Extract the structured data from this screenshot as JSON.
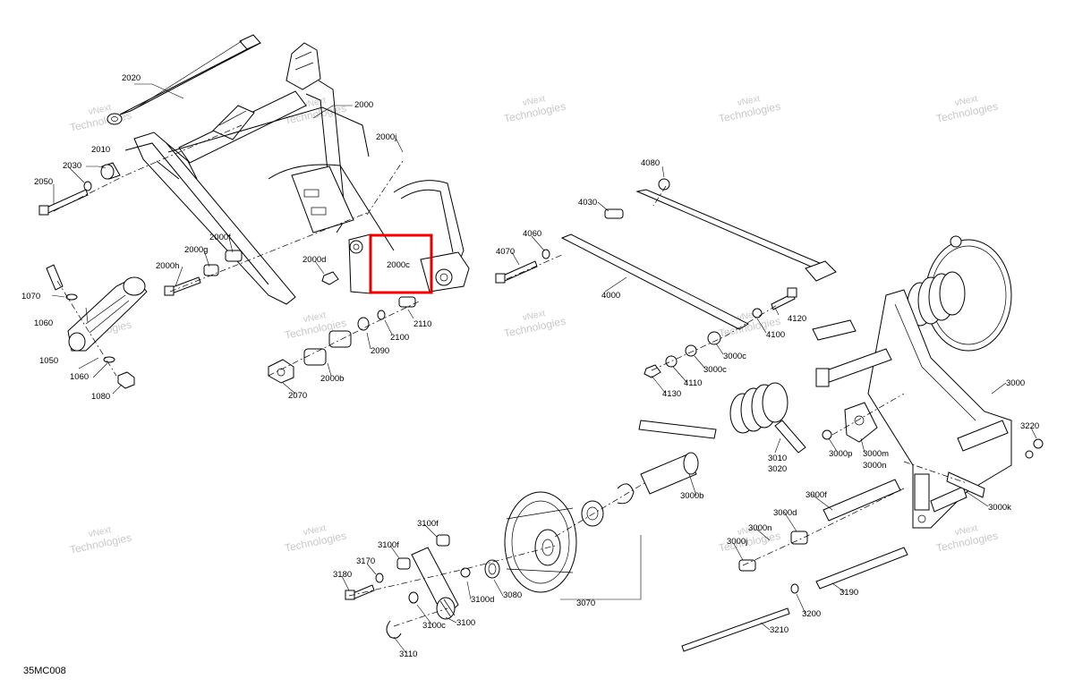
{
  "drawing": {
    "code": "35MC008",
    "highlighted_part": "2000c",
    "watermark_line1": "vNext",
    "watermark_line2": "Technologies",
    "colors": {
      "line": "#000000",
      "highlight": "#e00000",
      "watermark": "#c9c9c9"
    }
  },
  "callouts": [
    "2020",
    "2000",
    "2010",
    "2030",
    "2050",
    "2000j",
    "1070",
    "1060",
    "1050",
    "1060",
    "1080",
    "2000h",
    "2000g",
    "2000f",
    "2000d",
    "2000c",
    "2110",
    "2100",
    "2090",
    "2000b",
    "2070",
    "4080",
    "4030",
    "4060",
    "4070",
    "4000",
    "4120",
    "4100",
    "3000c",
    "3000c",
    "4110",
    "4130",
    "3000",
    "3220",
    "3010",
    "3020",
    "3000p",
    "3000m",
    "3000n",
    "3000b",
    "3000f",
    "3000d",
    "3000k",
    "3000n",
    "3000j",
    "3190",
    "3200",
    "3210",
    "3100f",
    "3100f",
    "3170",
    "3180",
    "3100d",
    "3100c",
    "3100",
    "3110",
    "3080",
    "3070"
  ]
}
